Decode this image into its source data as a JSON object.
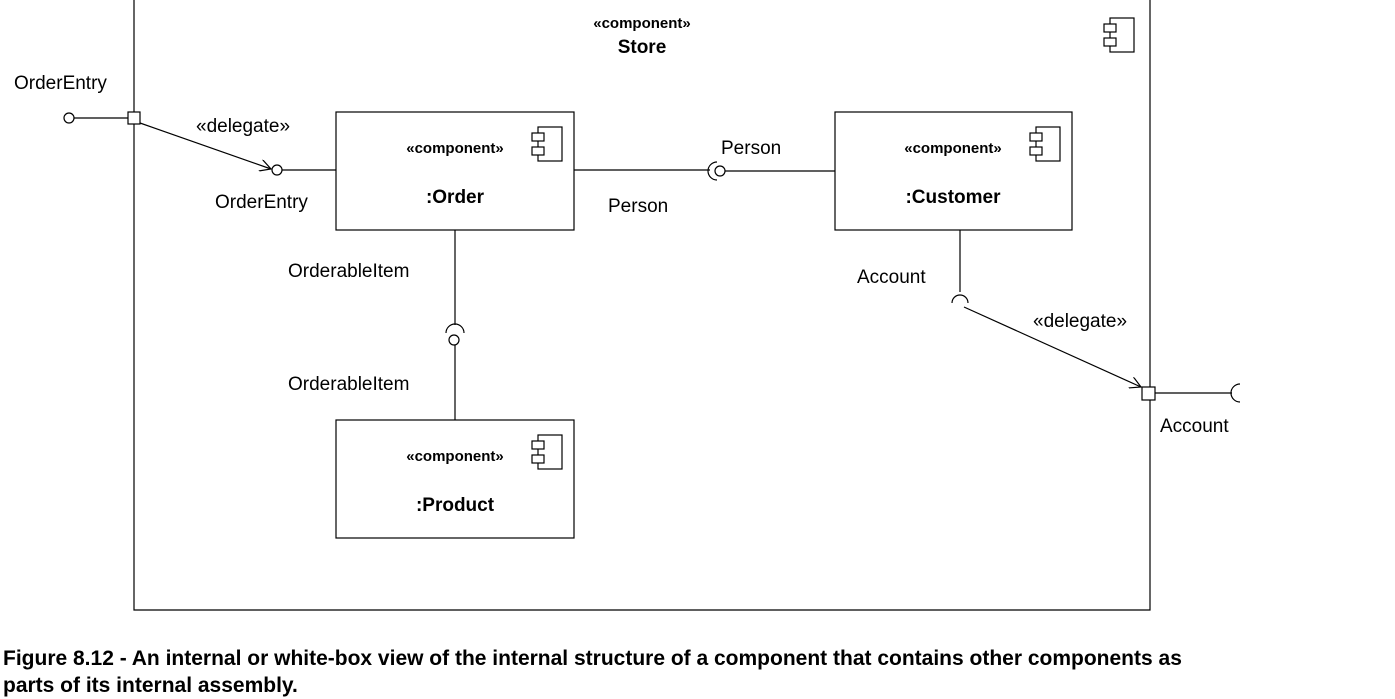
{
  "store": {
    "stereotype": "«component»",
    "name": "Store"
  },
  "components": {
    "order": {
      "stereotype": "«component»",
      "name": ":Order"
    },
    "customer": {
      "stereotype": "«component»",
      "name": ":Customer"
    },
    "product": {
      "stereotype": "«component»",
      "name": ":Product"
    }
  },
  "labels": {
    "order_entry_external": "OrderEntry",
    "delegate_top": "«delegate»",
    "order_entry_internal": "OrderEntry",
    "person_provided": "Person",
    "person_required": "Person",
    "orderable_item_required": "OrderableItem",
    "orderable_item_provided": "OrderableItem",
    "account_internal": "Account",
    "delegate_bottom": "«delegate»",
    "account_external": "Account"
  },
  "caption": {
    "line1": "Figure 8.12 - An internal or white-box view of the internal structure of a component that contains other components as",
    "line2": "parts of its internal assembly."
  }
}
